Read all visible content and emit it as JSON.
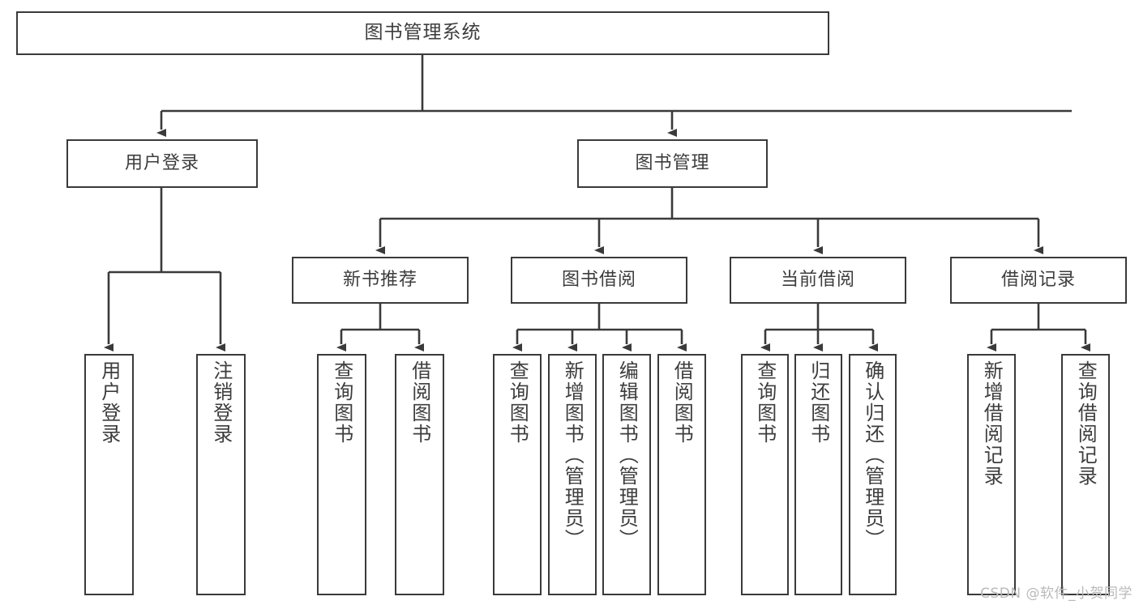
{
  "diagram": {
    "title_box": {
      "label": "图书管理系统"
    },
    "level2": [
      {
        "id": "user-login",
        "label": "用户登录"
      },
      {
        "id": "book-management",
        "label": "图书管理"
      }
    ],
    "level3": [
      {
        "id": "new-book-recommend",
        "label": "新书推荐"
      },
      {
        "id": "book-borrow",
        "label": "图书借阅"
      },
      {
        "id": "current-borrow",
        "label": "当前借阅"
      },
      {
        "id": "borrow-record",
        "label": "借阅记录"
      }
    ],
    "leaves": {
      "user_login": [
        {
          "id": "leaf-user-login",
          "label": "用户登录"
        },
        {
          "id": "leaf-logout-login",
          "label": "注销登录"
        }
      ],
      "new_book_recommend": [
        {
          "id": "leaf-query-book-1",
          "label": "查询图书"
        },
        {
          "id": "leaf-borrow-book-1",
          "label": "借阅图书"
        }
      ],
      "book_borrow": [
        {
          "id": "leaf-query-book-2",
          "label": "查询图书"
        },
        {
          "id": "leaf-add-book",
          "label": "新增图书（管理员）"
        },
        {
          "id": "leaf-edit-book",
          "label": "编辑图书（管理员）"
        },
        {
          "id": "leaf-borrow-book-2",
          "label": "借阅图书"
        }
      ],
      "current_borrow": [
        {
          "id": "leaf-query-book-3",
          "label": "查询图书"
        },
        {
          "id": "leaf-return-book",
          "label": "归还图书"
        },
        {
          "id": "leaf-confirm-return",
          "label": "确认归还（管理员）"
        }
      ],
      "borrow_record": [
        {
          "id": "leaf-add-borrow-record",
          "label": "新增借阅记录"
        },
        {
          "id": "leaf-query-borrow-record",
          "label": "查询借阅记录"
        }
      ]
    },
    "watermark": "CSDN @软件_小贺同学",
    "colors": {
      "border": "#3a3a3a",
      "text": "#3d3d3d",
      "background": "#ffffff",
      "watermark": "#b9b9b9"
    }
  }
}
